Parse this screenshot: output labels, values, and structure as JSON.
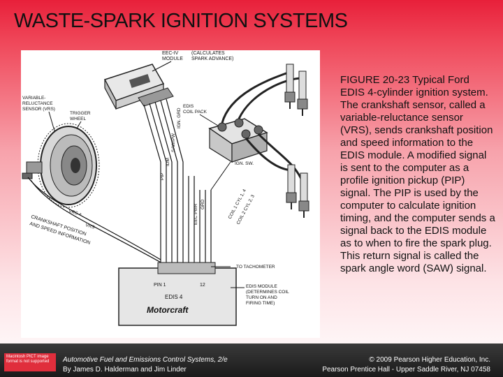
{
  "slide": {
    "title": "WASTE-SPARK IGNITION SYSTEMS"
  },
  "caption": {
    "label": "FIGURE 20-23",
    "text": " Typical Ford EDIS 4-cylinder ignition system. The crankshaft sensor, called a variable-reluctance sensor (VRS), sends crankshaft position and speed information to the EDIS module. A modified signal is sent to the computer as a profile ignition pickup (PIP) signal. The PIP is used by the computer to calculate ignition timing, and the computer sends a signal back to the EDIS module as to when to fire the spark plug. This return signal is called the spark angle word (SAW) signal."
  },
  "diagram": {
    "eec_label_1": "EEC-IV",
    "eec_label_2": "MODULE",
    "eec_note_1": "(CALCULATES",
    "eec_note_2": "SPARK ADVANCE)",
    "vrs_1": "VARIABLE-",
    "vrs_2": "RELUCTANCE",
    "vrs_3": "SENSOR (VRS)",
    "trigger_1": "TRIGGER",
    "trigger_2": "WHEEL",
    "coil_1": "EDIS",
    "coil_2": "COIL PACK",
    "ign_sw": "IGN. SW.",
    "wire_pip": "PIP",
    "wire_idm": "IDM",
    "wire_saw": "SAW/PW",
    "wire_ign_grd": "IGN. GRD",
    "wire_eec_pwr": "EEC PWR",
    "wire_grd": "GRD",
    "wire_coil1": "COIL 1 CYL 1, 4",
    "wire_coil2": "COIL 2 CYL 2, 3",
    "vrs_plus": "VRS +",
    "vrs_minus": "VRS -",
    "crank_1": "CRANKSHAFT POSITION",
    "crank_2": "AND SPEED INFORMATION",
    "tach": "TO TACHOMETER",
    "pin1": "PIN 1",
    "pin12": "12",
    "edis4": "EDIS 4",
    "motorcraft": "Motorcraft",
    "edis_note_1": "EDIS MODULE",
    "edis_note_2": "(DETERMINES COIL",
    "edis_note_3": "TURN ON AND",
    "edis_note_4": "FIRING TIME)"
  },
  "footer": {
    "logo_text": "Macintosh PICT image format is not supported",
    "book_title": "Automotive Fuel and Emissions Control Systems, 2/e",
    "authors": "By James D. Halderman and Jim Linder",
    "copyright": "© 2009 Pearson Higher Education, Inc.",
    "publisher": "Pearson Prentice Hall - Upper Saddle River, NJ 07458"
  },
  "colors": {
    "header_red": "#e8203a",
    "footer_dark": "#222222"
  }
}
